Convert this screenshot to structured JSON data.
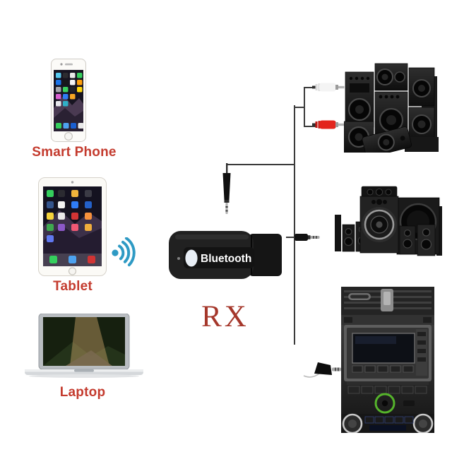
{
  "devices": {
    "smartphone_label": "Smart Phone",
    "tablet_label": "Tablet",
    "laptop_label": "Laptop"
  },
  "receiver": {
    "brand_text": "Bluetooth",
    "mode_text": "RX"
  },
  "icons": {
    "wireless": "wireless-signal-icon",
    "receiver_logo": "bluetooth-oval-logo",
    "speaker_output": "pa-speaker-stack-image",
    "home_theater_output": "home-theater-image",
    "car_output": "car-dashboard-aux-image"
  },
  "colors": {
    "label_red": "#c43b2e",
    "rx_red": "#a5372b",
    "cable_dark": "#3b3b3b",
    "signal_blue": "#2e9ac4",
    "rca_white_plug": "#f4f4f4",
    "rca_red_plug": "#e3251d",
    "aux_highlight_green": "#55b32b",
    "dongle_body_black": "#212121",
    "bluetooth_text_white": "#ffffff"
  }
}
